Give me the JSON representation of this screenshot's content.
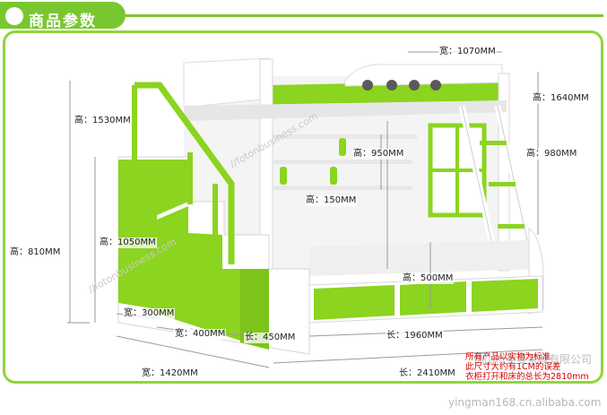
{
  "header": {
    "title": "商品参数"
  },
  "dimensions": {
    "width_top": "宽：1070MM",
    "height_total": "高：1640MM",
    "height_upper": "高：1530MM",
    "height_shelf": "高：950MM",
    "height_ladder": "高：980MM",
    "height_shelf_gap": "高：150MM",
    "height_stair": "高：1050MM",
    "height_810": "高：810MM",
    "height_lower": "高：500MM",
    "width_300": "宽：300MM",
    "width_400": "宽：400MM",
    "length_450": "长：450MM",
    "length_1960": "长：1960MM",
    "length_2410": "长：2410MM",
    "width_1420": "宽：1420MM"
  },
  "notes": {
    "line1": "所有产品以实物为标准",
    "line2": "此尺寸大约有1CM的误差",
    "line3": "衣柜打开和床的总长为2810mm"
  },
  "watermark": {
    "company": "佛山市英曼家具有限公司",
    "url": "yingman168.cn.alibaba.com"
  },
  "colors": {
    "accent_green": "#8ed53f",
    "furniture_green": "#8bd41f",
    "note_red": "#d40000"
  }
}
